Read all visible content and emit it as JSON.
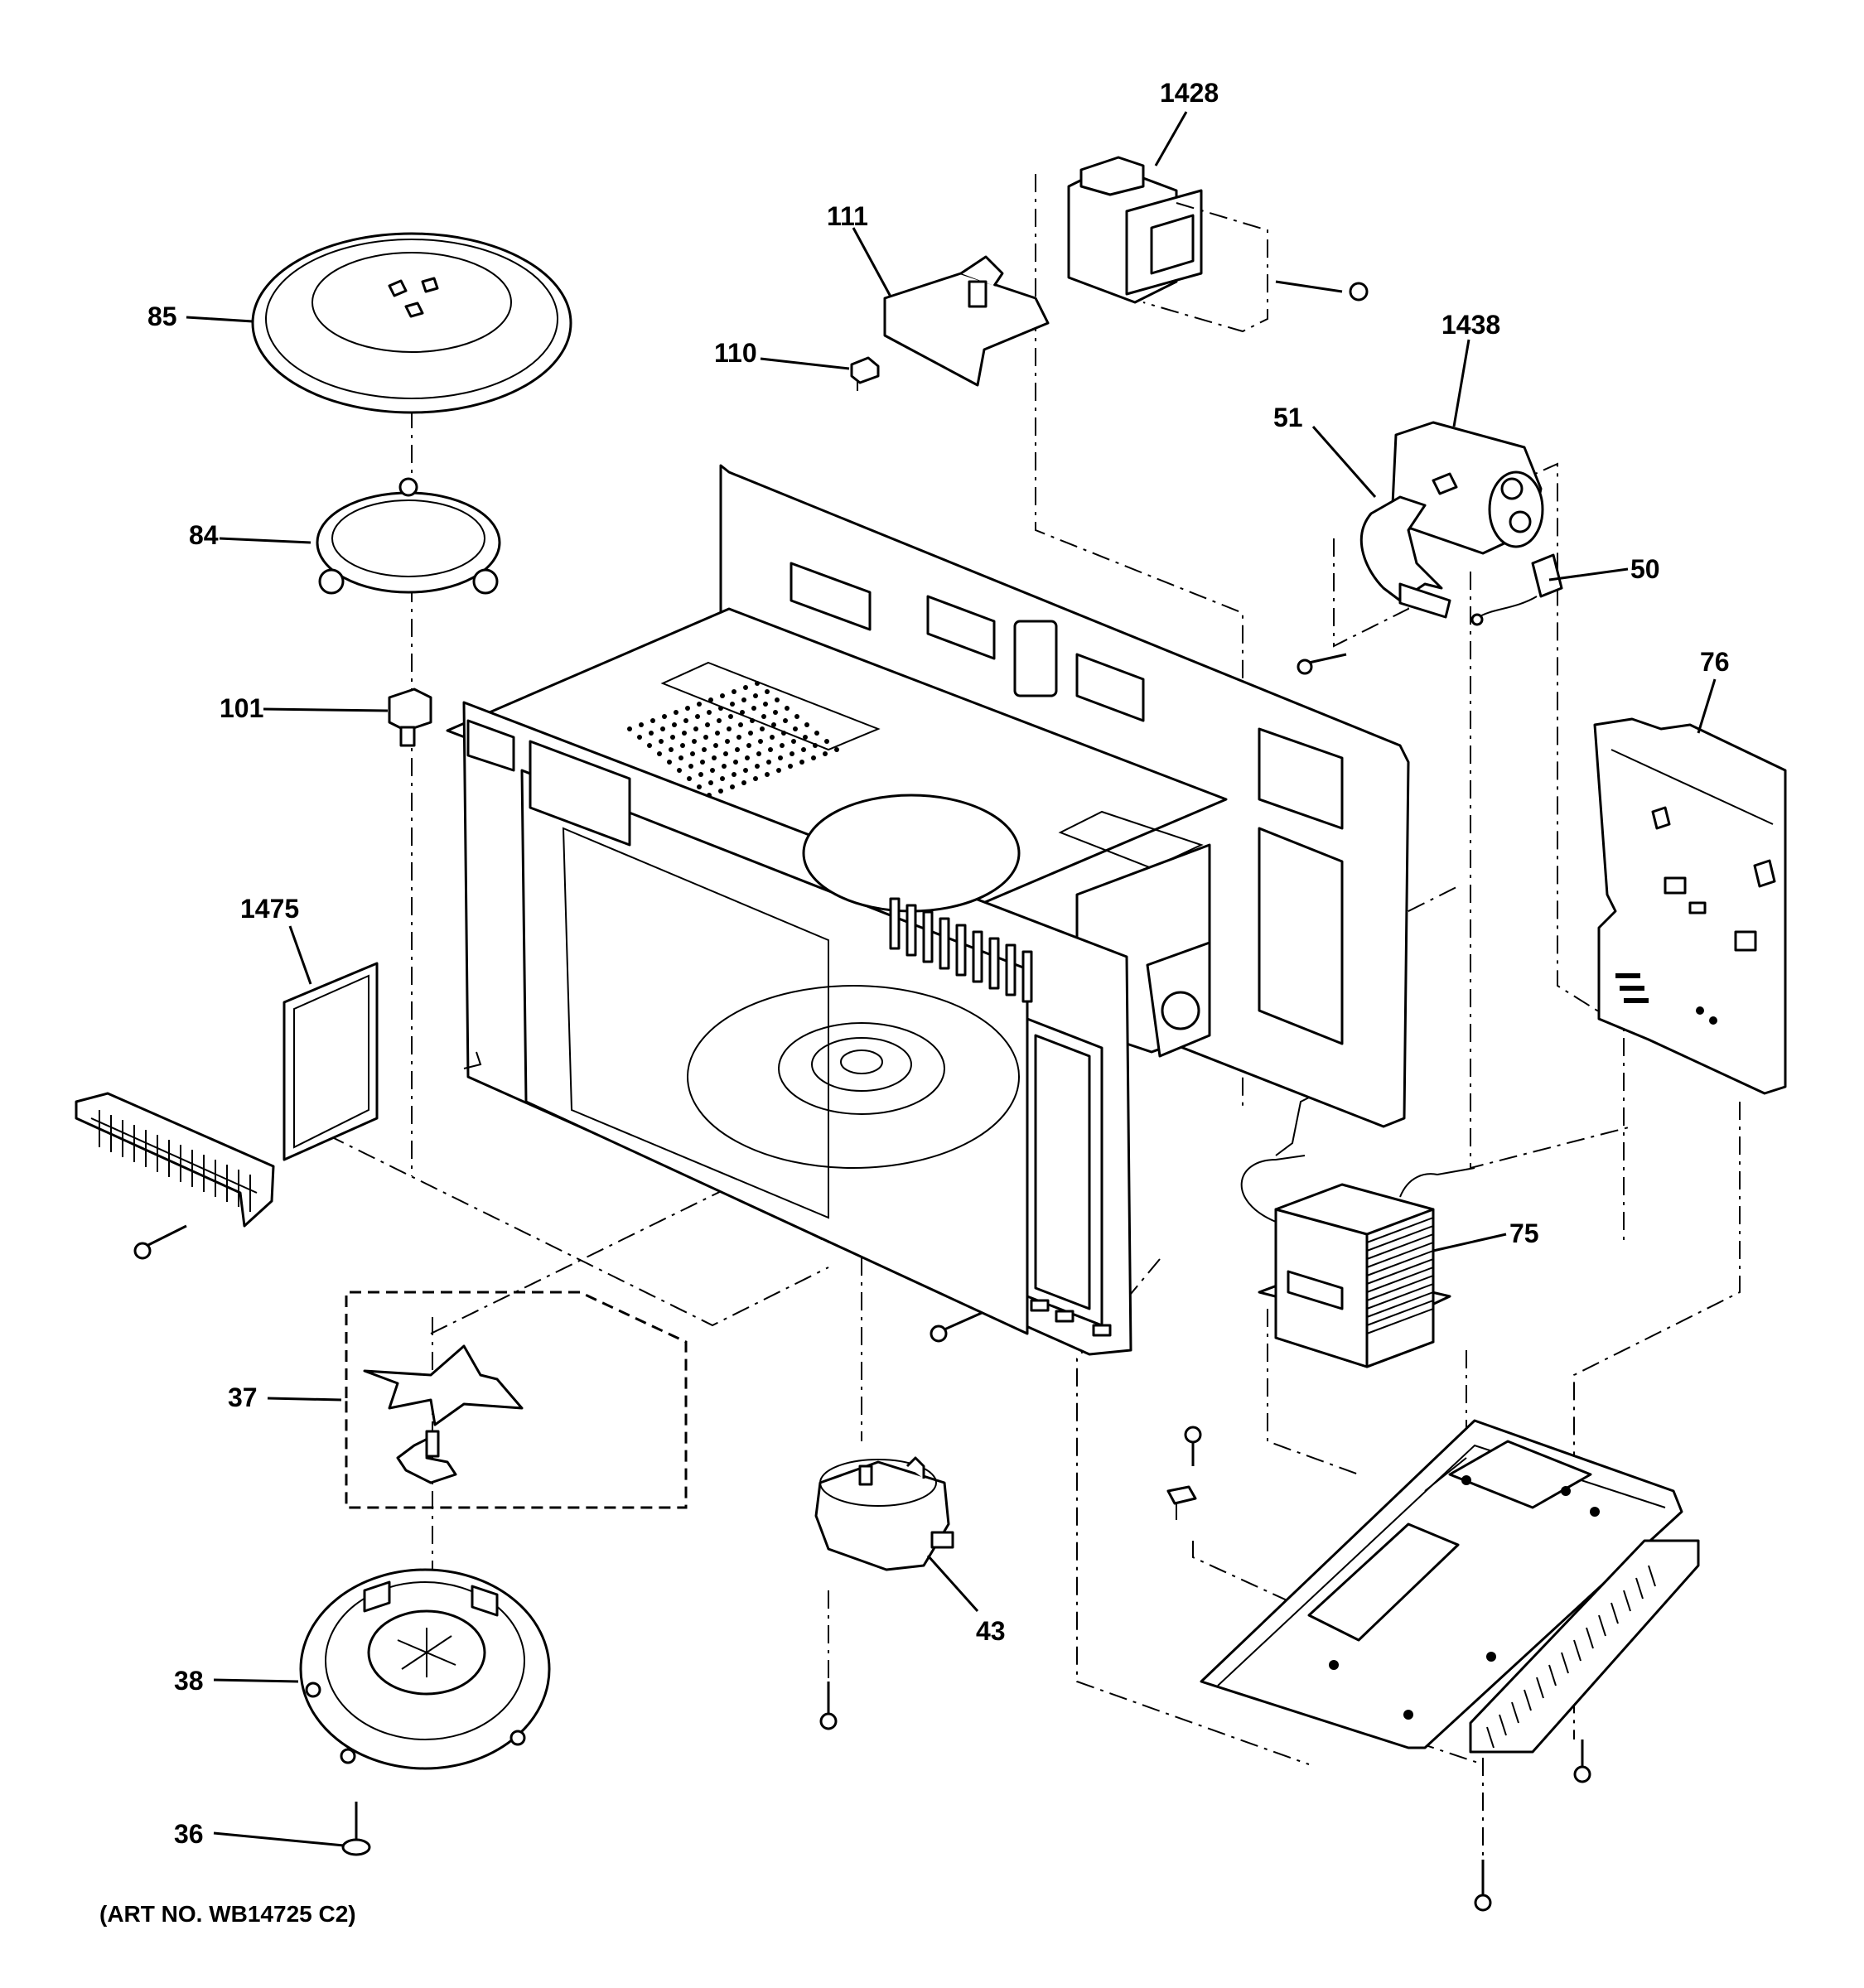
{
  "diagram": {
    "art_number": "(ART NO. WB14725 C2)",
    "callouts": {
      "c1428": "1428",
      "c111": "111",
      "c85": "85",
      "c110": "110",
      "c1438": "1438",
      "c51": "51",
      "c50": "50",
      "c84": "84",
      "c76": "76",
      "c101": "101",
      "c1475": "1475",
      "c75": "75",
      "c37": "37",
      "c43": "43",
      "c38": "38",
      "c36": "36"
    }
  }
}
